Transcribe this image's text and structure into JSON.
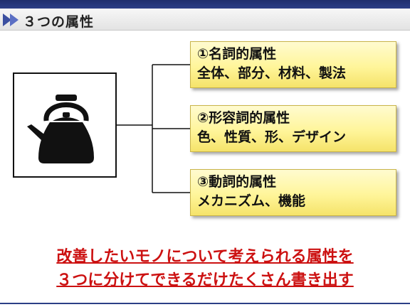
{
  "slide": {
    "title": "３つの属性"
  },
  "attributes": [
    {
      "heading": "①名詞的属性",
      "examples": "全体、部分、材料、製法"
    },
    {
      "heading": "②形容詞的属性",
      "examples": "色、性質、形、デザイン"
    },
    {
      "heading": "③動詞的属性",
      "examples": "メカニズム、機能"
    }
  ],
  "conclusion": {
    "line1": "改善したいモノについて考えられる属性を",
    "line2": "３つに分けてできるだけたくさん書き出す"
  },
  "colors": {
    "header": "#1f2f6e",
    "box_fill": "#fff59a",
    "accent_red": "#cc1111"
  },
  "icons": {
    "object": "kettle-icon",
    "title_marker": "double-chevron-icon"
  }
}
